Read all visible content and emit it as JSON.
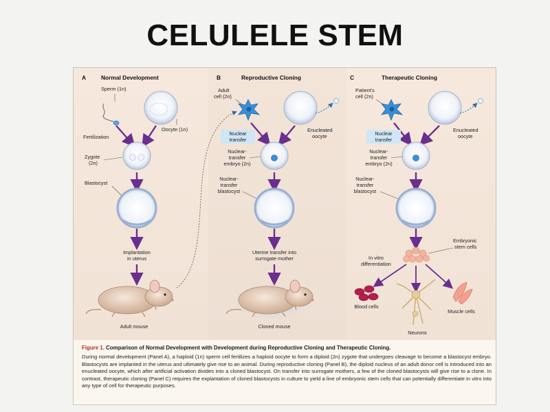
{
  "title": "CELULELE STEM",
  "panels": {
    "a": {
      "letter": "A",
      "title": "Normal Development",
      "labels": {
        "sperm": "Sperm (1n)",
        "oocyte": "Oocyte (1n)",
        "fertilization": "Fertilization",
        "zygote_1": "Zygote",
        "zygote_2": "(2n)",
        "blastocyst": "Blastocyst",
        "implantation_1": "Implantation",
        "implantation_2": "in uterus",
        "adult_mouse": "Adult mouse"
      }
    },
    "b": {
      "letter": "B",
      "title": "Reproductive Cloning",
      "labels": {
        "adult_cell_1": "Adult",
        "adult_cell_2": "cell (2n)",
        "nuclear_transfer_1": "Nuclear",
        "nuclear_transfer_2": "transfer",
        "enucleated_1": "Enucleated",
        "enucleated_2": "oocyte",
        "nte_1": "Nuclear-",
        "nte_2": "transfer",
        "nte_3": "embryo (2n)",
        "ntb_1": "Nuclear-",
        "ntb_2": "transfer",
        "ntb_3": "blastocyst",
        "uterine_1": "Uterine transfer into",
        "uterine_2": "surrogate mother",
        "cloned_mouse": "Cloned mouse"
      }
    },
    "c": {
      "letter": "C",
      "title": "Therapeutic Cloning",
      "labels": {
        "patient_1": "Patient's",
        "patient_2": "cell (2n)",
        "nuclear_transfer_1": "Nuclear",
        "nuclear_transfer_2": "transfer",
        "enucleated_1": "Enucleated",
        "enucleated_2": "oocyte",
        "nte_1": "Nuclear-",
        "nte_2": "transfer",
        "nte_3": "embryo (2n)",
        "ntb_1": "Nuclear-",
        "ntb_2": "transfer",
        "ntb_3": "blastocyst",
        "esc_1": "Embryonic",
        "esc_2": "stem cells",
        "invitro_1": "In vitro",
        "invitro_2": "differentiation",
        "blood": "Blood cells",
        "muscle": "Muscle cells",
        "neurons": "Neurons"
      }
    }
  },
  "caption": {
    "figure_label": "Figure 1.",
    "figure_title": "Comparison of Normal Development with Development during Reproductive Cloning and Therapeutic Cloning.",
    "body": "During normal development (Panel A), a haploid (1n) sperm cell fertilizes a haploid oocyte to form a diploid (2n) zygote that undergoes cleavage to become a blastocyst embryo. Blastocysts are implanted in the uterus and ultimately give rise to an animal. During reproductive cloning (Panel B), the diploid nucleus of an adult donor cell is introduced into an enucleated oocyte, which after artificial activation divides into a cloned blastocyst. On transfer into surrogate mothers, a few of the cloned blastocysts will give rise to a clone. In contrast, therapeutic cloning (Panel C) requires the explantation of cloned blastocysts in culture to yield a line of embryonic stem cells that can potentially differentiate in vitro into any type of cell for therapeutic purposes."
  },
  "colors": {
    "arrow": "#6a2f8e",
    "cell_blue": "#3a8fd6",
    "nuclear_transfer_bg": "#cfe6f6",
    "caption_red": "#b03030"
  }
}
